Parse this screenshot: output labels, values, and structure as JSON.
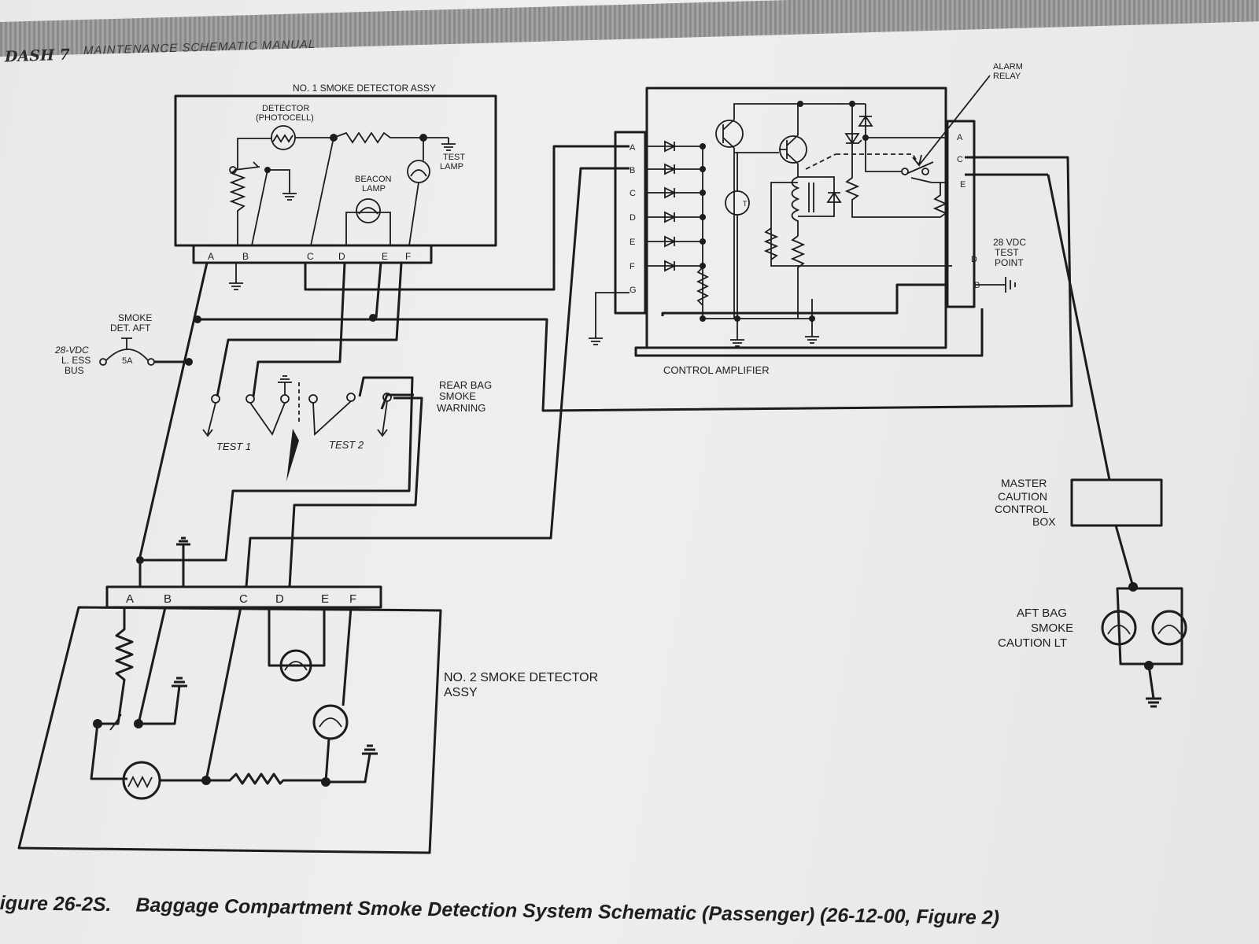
{
  "header": {
    "logo": "DASH 7",
    "manual_title": "MAINTENANCE SCHEMATIC MANUAL"
  },
  "caption": {
    "figure_id": "igure 26-2S.",
    "title": "Baggage Compartment Smoke Detection System Schematic (Passenger)",
    "reference": "(26-12-00, Figure 2)"
  },
  "detector_1": {
    "title": "NO. 1 SMOKE DETECTOR ASSY",
    "detector_label": [
      "DETECTOR",
      "(PHOTOCELL)"
    ],
    "test_lamp_label": [
      "TEST",
      "LAMP"
    ],
    "beacon_lamp_label": [
      "BEACON",
      "LAMP"
    ],
    "pins": [
      "A",
      "B",
      "C",
      "D",
      "E",
      "F"
    ]
  },
  "power": {
    "breaker_label": [
      "SMOKE",
      "DET. AFT"
    ],
    "breaker_rating": "5A",
    "bus_label": [
      "28-VDC",
      "L. ESS",
      "BUS"
    ]
  },
  "test_switch": {
    "test1": "TEST 1",
    "test2": "TEST 2"
  },
  "warning": {
    "label": [
      "REAR BAG",
      "SMOKE",
      "WARNING"
    ]
  },
  "control_amplifier": {
    "label": "CONTROL AMPLIFIER",
    "left_pins": [
      "A",
      "B",
      "C",
      "D",
      "E",
      "F",
      "G"
    ],
    "right_pins": [
      "A",
      "C",
      "E",
      "D",
      "B"
    ],
    "alarm_relay_label": [
      "ALARM",
      "RELAY"
    ],
    "thermistor_mark": "T",
    "test_point_label": [
      "28 VDC",
      "TEST",
      "POINT"
    ]
  },
  "master_caution": {
    "label": [
      "MASTER",
      "CAUTION",
      "CONTROL",
      "BOX"
    ]
  },
  "caution_light": {
    "label": [
      "AFT BAG",
      "SMOKE",
      "CAUTION LT"
    ]
  },
  "detector_2": {
    "title": [
      "NO. 2 SMOKE DETECTOR",
      "ASSY"
    ],
    "pins": [
      "A",
      "B",
      "C",
      "D",
      "E",
      "F"
    ]
  }
}
